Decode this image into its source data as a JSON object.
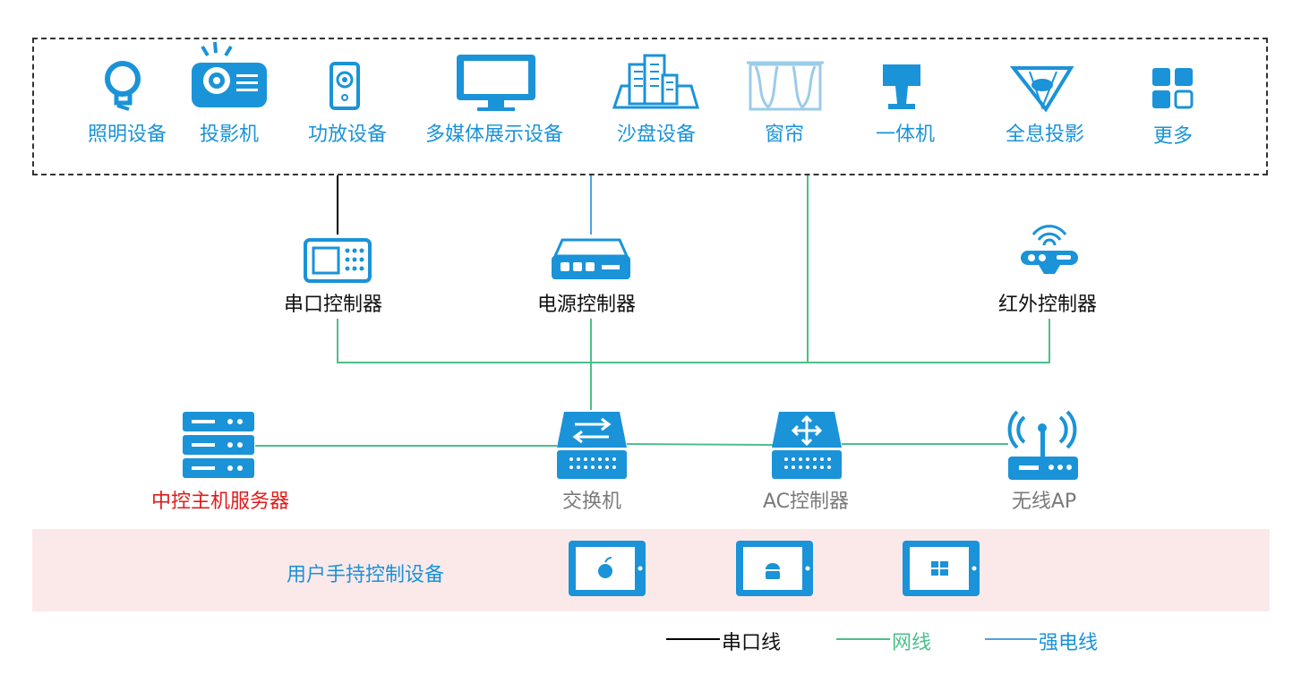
{
  "devices": {
    "lighting": "照明设备",
    "projector": "投影机",
    "amplifier": "功放设备",
    "multimedia": "多媒体展示设备",
    "sandtable": "沙盘设备",
    "curtain": "窗帘",
    "all_in_one": "一体机",
    "hologram": "全息投影",
    "more": "更多"
  },
  "controllers": {
    "serial": "串口控制器",
    "power": "电源控制器",
    "infrared": "红外控制器"
  },
  "network": {
    "server": "中控主机服务器",
    "switch": "交换机",
    "ac_controller": "AC控制器",
    "wireless_ap": "无线AP"
  },
  "handheld": {
    "label": "用户手持控制设备"
  },
  "legend": {
    "serial_line": "串口线",
    "network_line": "网线",
    "power_line": "强电线"
  },
  "colors": {
    "icon_blue": "#1a93d8",
    "network_green": "#4cbf8a",
    "power_blue": "#4aa3df",
    "serial_black": "#000000",
    "server_red": "#e01b1b",
    "band_pink": "#fbe9ea"
  }
}
